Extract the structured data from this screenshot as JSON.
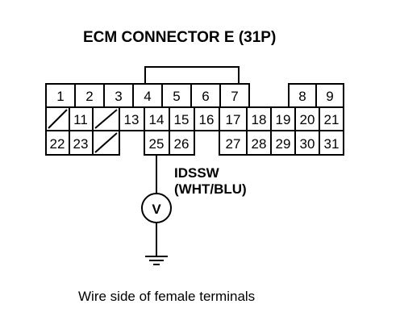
{
  "title": "ECM CONNECTOR E (31P)",
  "caption": "Wire side of female terminals",
  "signal": {
    "name": "IDSSW",
    "wire_color": "(WHT/BLU)",
    "pin": "25"
  },
  "meter_symbol": "V",
  "rows": [
    [
      {
        "label": "1"
      },
      {
        "label": "2"
      },
      {
        "label": "3"
      },
      {
        "label": "4"
      },
      {
        "label": "5"
      },
      {
        "label": "6"
      },
      {
        "label": "7"
      },
      {
        "label": "",
        "gap": true
      },
      {
        "label": "8"
      },
      {
        "label": "9"
      }
    ],
    [
      {
        "label": "",
        "unused": true
      },
      {
        "label": "11"
      },
      {
        "label": "",
        "unused": true
      },
      {
        "label": "13"
      },
      {
        "label": "14"
      },
      {
        "label": "15"
      },
      {
        "label": "16"
      },
      {
        "label": "17"
      },
      {
        "label": "18"
      },
      {
        "label": "19"
      },
      {
        "label": "20"
      },
      {
        "label": "21"
      }
    ],
    [
      {
        "label": "22"
      },
      {
        "label": "23"
      },
      {
        "label": "",
        "unused": true
      },
      {
        "label": "",
        "gap": true
      },
      {
        "label": "25"
      },
      {
        "label": "26"
      },
      {
        "label": "",
        "gap": true
      },
      {
        "label": "27"
      },
      {
        "label": "28"
      },
      {
        "label": "29"
      },
      {
        "label": "30"
      },
      {
        "label": "31"
      }
    ]
  ],
  "colors": {
    "ink": "#000000",
    "background": "#ffffff"
  }
}
